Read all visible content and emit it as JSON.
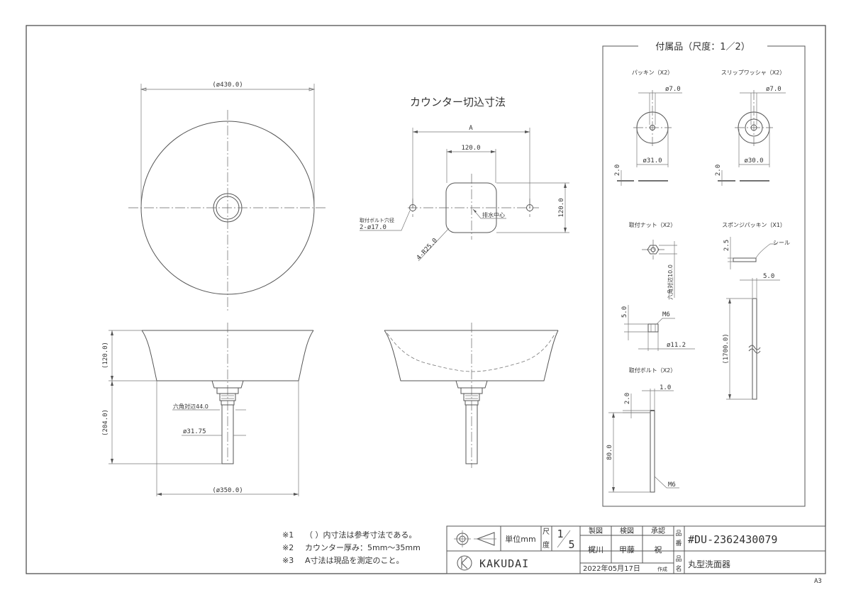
{
  "main_views": {
    "outer_diameter": "(ø430.0)",
    "base_diameter": "(ø350.0)",
    "bowl_height": "(120.0)",
    "drain_height": "(204.0)",
    "hex_nut": "六角対辺44.0",
    "pipe_diameter": "ø31.75"
  },
  "counter_cut": {
    "title": "カウンター切込寸法",
    "dim_a": "A",
    "width": "120.0",
    "height": "120.0",
    "bolt_hole_label": "取付ボルト穴径",
    "bolt_hole_value": "2-ø17.0",
    "radius": "4-R25.0",
    "drain_center": "排水中心"
  },
  "accessories": {
    "title": "付属品（尺度：1／2）",
    "packing": {
      "label": "パッキン（X2）",
      "inner": "ø7.0",
      "outer": "ø31.0",
      "thickness": "2.0"
    },
    "slip_washer": {
      "label": "スリップワッシャ（X2）",
      "inner": "ø7.0",
      "outer": "ø30.0",
      "thickness": "2.0"
    },
    "nut": {
      "label": "取付ナット（X2）",
      "hex": "六角対辺10.0",
      "height": "5.0",
      "thread": "M6",
      "dia": "ø11.2"
    },
    "sponge": {
      "label": "スポンジパッキン（X1）",
      "thickness": "2.5",
      "seal": "シール",
      "width": "5.0",
      "length": "(1700.0)"
    },
    "bolt": {
      "label": "取付ボルト（X2）",
      "dia": "1.0",
      "tip": "2.0",
      "length": "80.0",
      "thread": "M6"
    }
  },
  "notes": [
    {
      "mark": "※1",
      "text": "（ ）内寸法は参考寸法である。"
    },
    {
      "mark": "※2",
      "text": "カウンター厚み：5mm～35mm"
    },
    {
      "mark": "※3",
      "text": "A寸法は現品を測定のこと。"
    }
  ],
  "title_block": {
    "unit": "単位mm",
    "scale_label": "尺度",
    "scale_num": "1",
    "scale_den": "5",
    "made": "製図",
    "checked": "検図",
    "approved": "承認",
    "made_by": "梶川",
    "checked_by": "甲藤",
    "approved_by": "祝",
    "date": "2022年05月17日",
    "date_suffix": "作成",
    "part_no_label": "品番",
    "part_no": "#DU-2362430079",
    "name_label": "品名",
    "name": "丸型洗面器",
    "brand": "KAKUDAI",
    "sheet": "A3"
  }
}
